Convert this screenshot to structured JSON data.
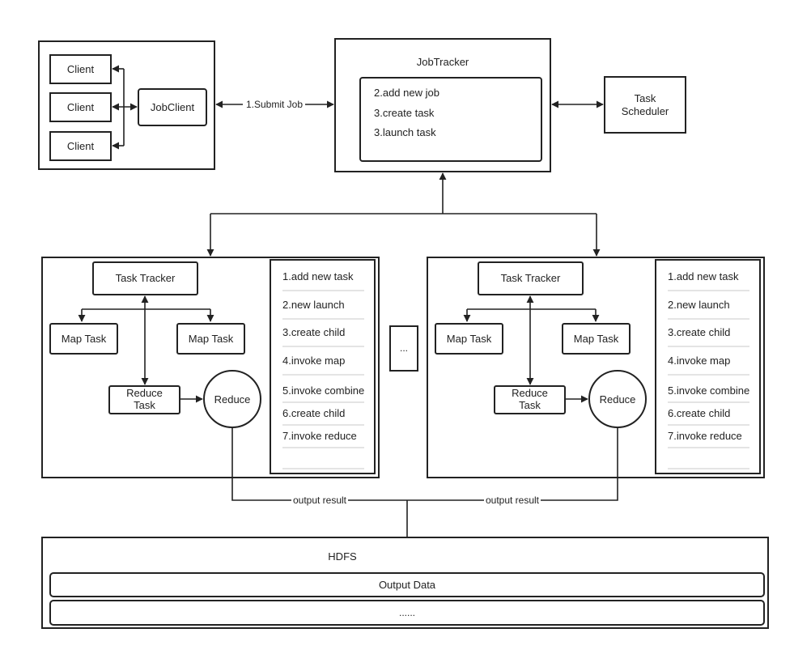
{
  "client_group": {
    "clients": [
      "Client",
      "Client",
      "Client"
    ],
    "jobclient": "JobClient"
  },
  "submit_label": "1.Submit Job",
  "jobtracker": {
    "title": "JobTracker",
    "steps": [
      "2.add new job",
      "3.create task",
      "3.launch task"
    ]
  },
  "task_scheduler": [
    "Task",
    "Scheduler"
  ],
  "tasktracker_nodes": [
    {
      "tracker": "Task Tracker",
      "map_tasks": [
        "Map Task",
        "Map Task"
      ],
      "reduce_task": [
        "Reduce",
        "Task"
      ],
      "reduce": "Reduce",
      "steps": [
        "1.add new task",
        "2.new launch",
        "3.create child",
        "4.invoke map",
        "5.invoke combine",
        "6.create child",
        "7.invoke reduce"
      ]
    },
    {
      "tracker": "Task Tracker",
      "map_tasks": [
        "Map Task",
        "Map Task"
      ],
      "reduce_task": [
        "Reduce",
        "Task"
      ],
      "reduce": "Reduce",
      "steps": [
        "1.add new task",
        "2.new launch",
        "3.create child",
        "4.invoke map",
        "5.invoke combine",
        "6.create child",
        "7.invoke reduce"
      ]
    }
  ],
  "ellipsis_box": "...",
  "output_labels": [
    "output result",
    "output result"
  ],
  "hdfs": {
    "title": "HDFS",
    "rows": [
      "Output Data",
      "......"
    ]
  }
}
